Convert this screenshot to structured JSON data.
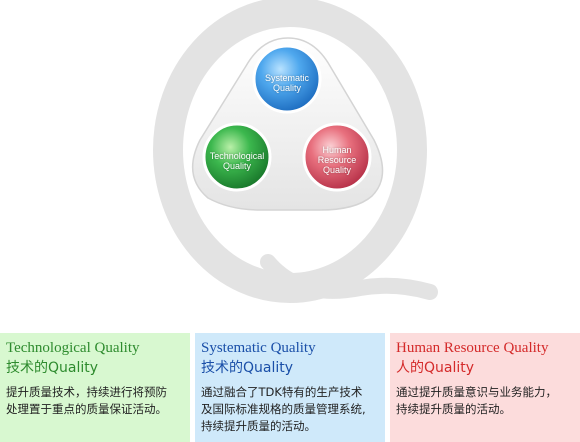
{
  "diagram": {
    "watermark_letter": "Q",
    "circles": [
      {
        "id": "systematic",
        "lines": [
          "Systematic",
          "Quality"
        ],
        "color": "#3a9be6"
      },
      {
        "id": "technological",
        "lines": [
          "Technological",
          "Quality"
        ],
        "color": "#2fa84a"
      },
      {
        "id": "human-resource",
        "lines": [
          "Human",
          "Resource",
          "Quality"
        ],
        "color": "#e0576a"
      }
    ]
  },
  "panels": [
    {
      "id": "technological",
      "title_en": "Technological Quality",
      "title_cn": "技术的Quality",
      "desc_lines": [
        "提升质量技术，持续进行将预防",
        "处理置于重点的质量保证活动。"
      ],
      "bg": "#d8f8d0",
      "title_color": "#2e8b2e"
    },
    {
      "id": "systematic",
      "title_en": "Systematic Quality",
      "title_cn": "技术的Quality",
      "desc_lines": [
        "通过融合了TDK特有的生产技术",
        "及国际标准规格的质量管理系统,",
        "持续提升质量的活动。"
      ],
      "bg": "#cfe9fa",
      "title_color": "#1a4fa8"
    },
    {
      "id": "human-resource",
      "title_en": "Human Resource Quality",
      "title_cn": "人的Quality",
      "desc_lines": [
        "通过提升质量意识与业务能力，",
        "持续提升质量的活动。"
      ],
      "bg": "#fcdcdc",
      "title_color": "#d42a2a"
    }
  ]
}
